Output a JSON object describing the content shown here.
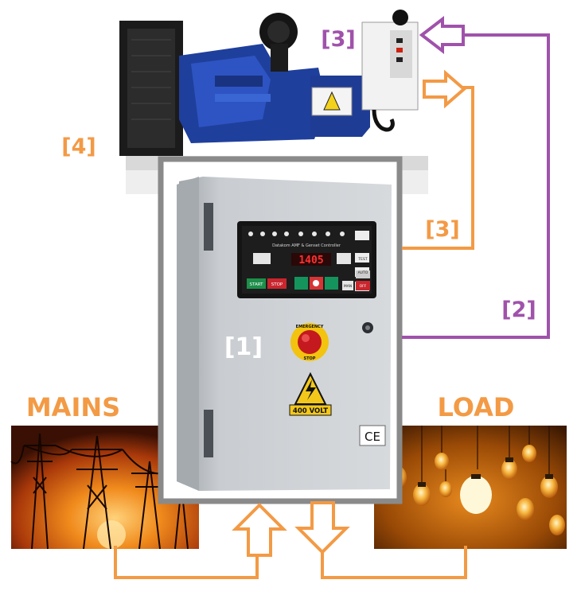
{
  "labels": {
    "l1": "[1]",
    "l2": "[2]",
    "l3_top": "[3]",
    "l3_mid": "[3]",
    "l4": "[4]",
    "mains": "MAINS",
    "load": "LOAD"
  },
  "panel": {
    "display_value": "1405",
    "controller_title": "Datakom AMF & Genset Controller",
    "btn_start": "START",
    "btn_stop": "STOP",
    "btn_test": "TEST",
    "btn_auto": "AUTO",
    "btn_man": "MAN",
    "btn_off": "OFF",
    "estop_top": "EMERGENCY",
    "estop_bottom": "STOP",
    "warning_text": "400 VOLT",
    "ce_mark": "CE"
  },
  "colors": {
    "orange": "#f39a45",
    "purple": "#a052ab",
    "panel_gray": "#c8ccd0",
    "frame_gray": "#8a8a8a"
  }
}
